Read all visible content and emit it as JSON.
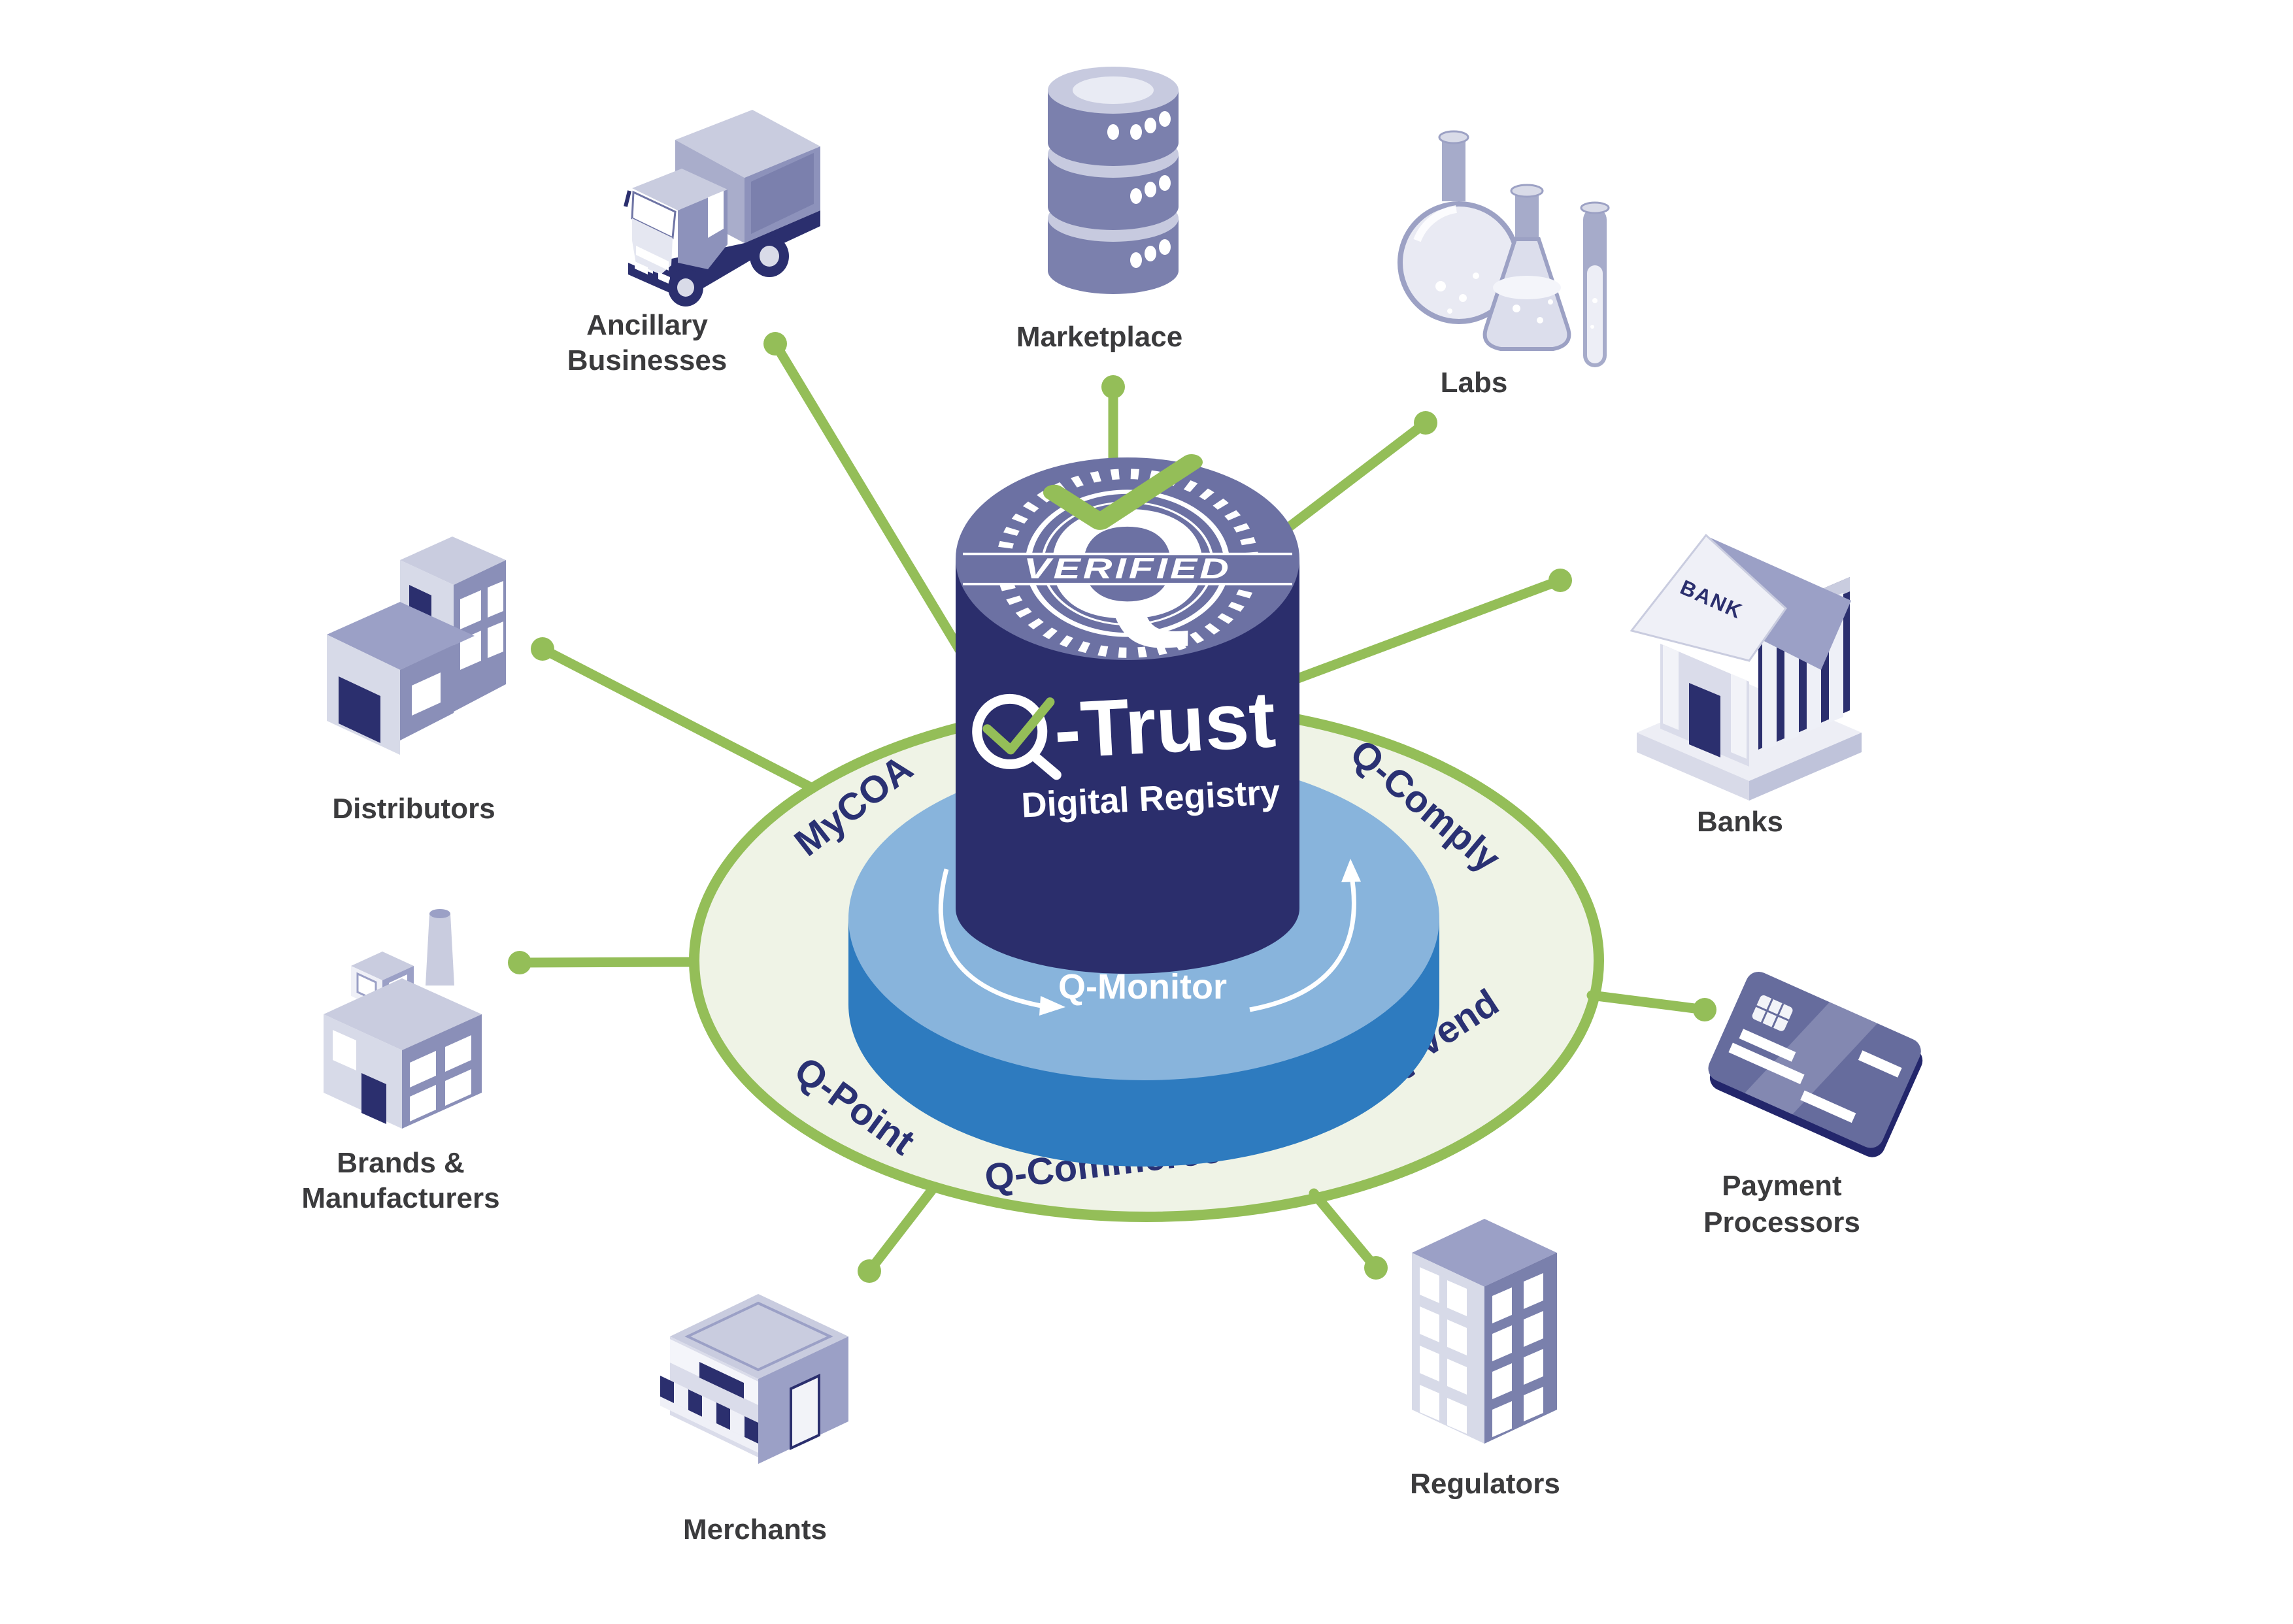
{
  "diagram": {
    "center": {
      "badge": {
        "monogram": "Q",
        "label": "VERIFIED"
      },
      "logo": {
        "suffix": "-Trust",
        "subtitle": "Digital Registry"
      },
      "platform_label": "Q-Monitor",
      "ring_labels": {
        "top_left": "MyCOA",
        "top_right": "Q-Comply",
        "bottom_right": "Q-Vend",
        "bottom_center": "Q-Commerce",
        "bottom_left": "Q-Point"
      }
    },
    "nodes": [
      {
        "id": "ancillary-businesses",
        "icon": "delivery-truck-icon",
        "lines": [
          "Ancillary",
          "Businesses"
        ]
      },
      {
        "id": "marketplace",
        "icon": "database-icon",
        "lines": [
          "Marketplace"
        ]
      },
      {
        "id": "labs",
        "icon": "lab-flasks-icon",
        "lines": [
          "Labs"
        ]
      },
      {
        "id": "banks",
        "icon": "bank-building-icon",
        "sign": "BANK",
        "lines": [
          "Banks"
        ]
      },
      {
        "id": "payment-processors",
        "icon": "credit-card-icon",
        "lines": [
          "Payment",
          "Processors"
        ]
      },
      {
        "id": "regulators",
        "icon": "office-tower-icon",
        "lines": [
          "Regulators"
        ]
      },
      {
        "id": "merchants",
        "icon": "storefront-icon",
        "lines": [
          "Merchants"
        ]
      },
      {
        "id": "brands-manufacturers",
        "icon": "factory-icon",
        "lines": [
          "Brands &",
          "Manufacturers"
        ]
      },
      {
        "id": "distributors",
        "icon": "warehouse-icon",
        "lines": [
          "Distributors"
        ]
      }
    ],
    "colors": {
      "spoke_green": "#94be58",
      "ring_fill": "#eff3e6",
      "navy": "#2b2f6e",
      "navy_dark": "#23266b",
      "ring_text_navy": "#2a3173",
      "cylinder_side": "#2b2e6c",
      "cylinder_top": "#6c71a3",
      "platform_top": "#88b4dc",
      "platform_side": "#2e7bbf",
      "label_gray": "#3b3b3d",
      "lavender_light": "#eff0f7",
      "lavender": "#c9ccdf",
      "lavender_mid": "#9ba0c6",
      "lavender_deep": "#7a80ac",
      "white": "#ffffff"
    }
  }
}
